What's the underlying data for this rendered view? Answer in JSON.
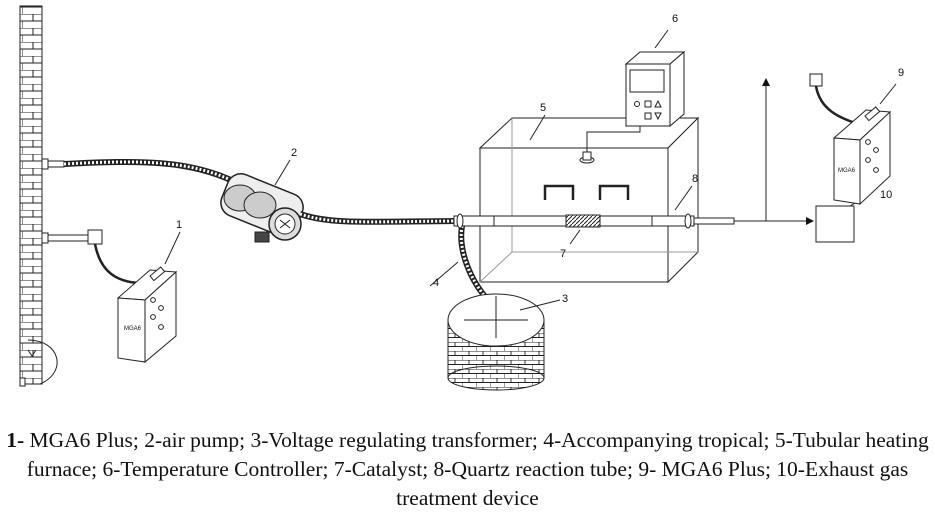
{
  "labels": {
    "n1": "1",
    "n2": "2",
    "n3": "3",
    "n4": "4",
    "n5": "5",
    "n6": "6",
    "n7": "7",
    "n8": "8",
    "n9": "9",
    "n10": "10"
  },
  "device_text": {
    "analyzer_left": "MGA6",
    "analyzer_right": "MGA6"
  },
  "caption": {
    "lead_bold": "1-",
    "rest": " MGA6 Plus; 2-air pump; 3-Voltage regulating transformer; 4-Accompanying tropical; 5-Tubular heating furnace; 6-Temperature Controller; 7-Catalyst; 8-Quartz reaction tube; 9- MGA6 Plus; 10-Exhaust gas treatment device"
  }
}
